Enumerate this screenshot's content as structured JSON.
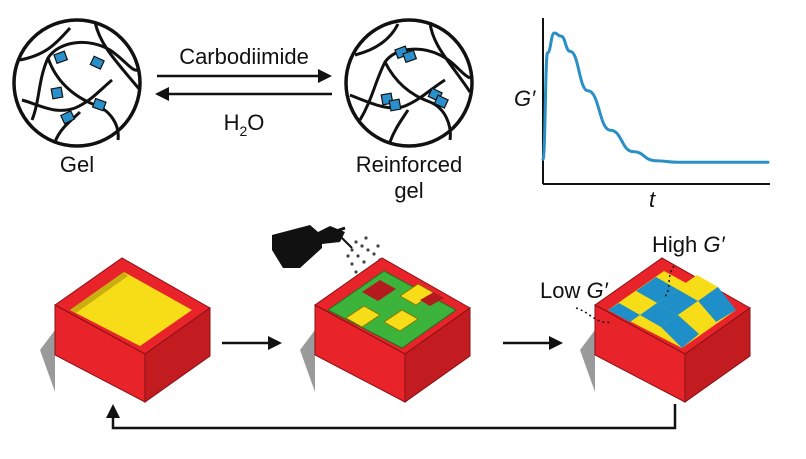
{
  "reaction": {
    "forward_label": "Carbodiimide",
    "reverse_label_main": "H",
    "reverse_label_sub": "2",
    "reverse_label_tail": "O",
    "left_label": "Gel",
    "right_label_line1": "Reinforced",
    "right_label_line2": "gel"
  },
  "plot": {
    "y_label_main": "G",
    "y_label_prime": "′",
    "x_label": "t",
    "curve_color": "#2a8fc4"
  },
  "patterning": {
    "low_label_text": "Low ",
    "low_label_g": "G′",
    "high_label_text": "High ",
    "high_label_g": "G′"
  },
  "colors": {
    "box_red": "#e8242a",
    "box_red_dark": "#b51a1f",
    "gel_yellow": "#f7dd18",
    "mask_green": "#3cb43c",
    "high_blue": "#1e8fc8",
    "molecule_blue": "#2a90cc"
  },
  "chart_data": {
    "type": "line",
    "title": "",
    "xlabel": "t",
    "ylabel": "G′",
    "series": [
      {
        "x": [
          0,
          0.02,
          0.05,
          0.08,
          0.12,
          0.2,
          0.3,
          0.4,
          0.5,
          0.6,
          0.7,
          0.8,
          0.9,
          1.0
        ],
        "values": [
          0.15,
          0.85,
          0.98,
          0.96,
          0.86,
          0.6,
          0.34,
          0.2,
          0.14,
          0.13,
          0.13,
          0.13,
          0.13,
          0.13
        ]
      }
    ],
    "grid": false
  }
}
